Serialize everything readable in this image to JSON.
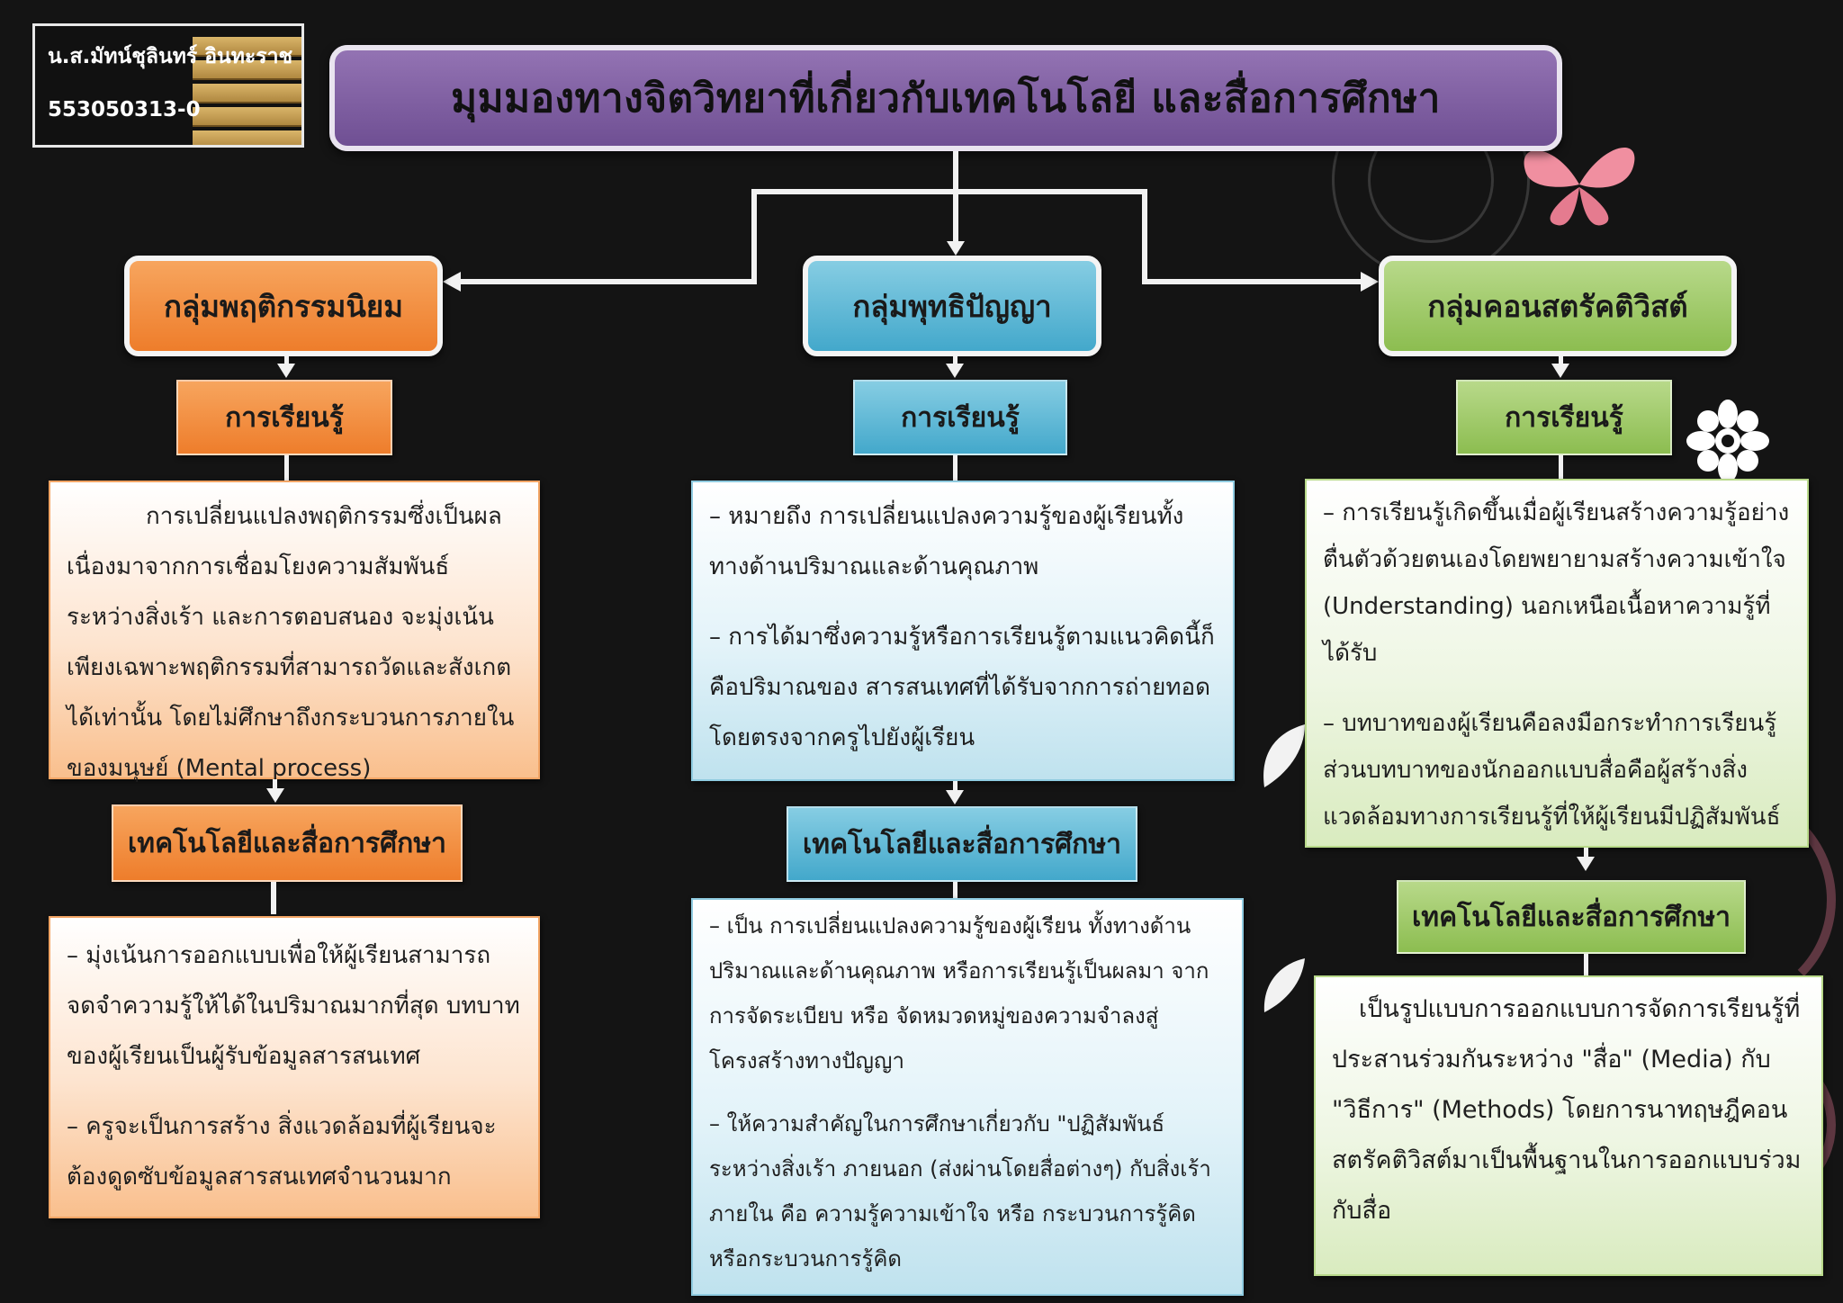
{
  "author": {
    "name": "น.ส.มัทน์ชุลินทร์  อินทะราช",
    "student_id": "553050313-0"
  },
  "title": "มุมมองทางจิตวิทยาที่เกี่ยวกับเทคโนโลยี  และสื่อการศึกษา",
  "groups": [
    {
      "name": "กลุ่มพฤติกรรมนิยม",
      "learning_label": "การเรียนรู้",
      "learning_text": [
        "การเปลี่ยนแปลงพฤติกรรมซึ่งเป็นผลเนื่องมาจากการเชื่อมโยงความสัมพันธ์ระหว่างสิ่งเร้า และการตอบสนอง จะมุ่งเน้นเพียงเฉพาะพฤติกรรมที่สามารถวัดและสังเกตได้เท่านั้น โดยไม่ศึกษาถึงกระบวนการภายในของมนุษย์ (Mental  process)"
      ],
      "tech_label": "เทคโนโลยีและสื่อการศึกษา",
      "tech_text": [
        "–     มุ่งเน้นการออกแบบเพื่อให้ผู้เรียนสามารถจดจำความรู้ให้ได้ในปริมาณมากที่สุด บทบาทของผู้เรียนเป็นผู้รับข้อมูลสารสนเทศ",
        "–    ครูจะเป็นการสร้าง  สิ่งแวดล้อมที่ผู้เรียนจะต้องดูดซับข้อมูลสารสนเทศจำนวนมาก"
      ]
    },
    {
      "name": "กลุ่มพุทธิปัญญา",
      "learning_label": "การเรียนรู้",
      "learning_text": [
        "–    หมายถึง  การเปลี่ยนแปลงความรู้ของผู้เรียนทั้งทางด้านปริมาณและด้านคุณภาพ",
        "–  การได้มาซึ่งความรู้หรือการเรียนรู้ตามแนวคิดนี้ก็คือปริมาณของ  สารสนเทศที่ได้รับจากการถ่ายทอดโดยตรงจากครูไปยังผู้เรียน"
      ],
      "tech_label": "เทคโนโลยีและสื่อการศึกษา",
      "tech_text": [
        "–  เป็น  การเปลี่ยนแปลงความรู้ของผู้เรียน  ทั้งทางด้านปริมาณและด้านคุณภาพ  หรือการเรียนรู้เป็นผลมา  จากการจัดระเบียบ  หรือ  จัดหมวดหมู่ของความจำลงสู่โครงสร้างทางปัญญา",
        "–    ให้ความสำคัญในการศึกษาเกี่ยวกับ  \"ปฏิสัมพันธ์ระหว่างสิ่งเร้า  ภายนอก  (ส่งผ่านโดยสื่อต่างๆ)  กับสิ่งเร้าภายใน  คือ  ความรู้ความเข้าใจ  หรือ  กระบวนการรู้คิด หรือกระบวนการรู้คิด"
      ]
    },
    {
      "name": "กลุ่มคอนสตรัคติวิสต์",
      "learning_label": "การเรียนรู้",
      "learning_text": [
        "–  การเรียนรู้เกิดขึ้นเมื่อผู้เรียนสร้างความรู้อย่างตื่นตัวด้วยตนเองโดยพยายามสร้างความเข้าใจ (Understanding)  นอกเหนือเนื้อหาความรู้ที่ได้รับ",
        "–  บทบาทของผู้เรียนคือลงมือกระทำการเรียนรู้ ส่วนบทบาทของนักออกแบบสื่อคือผู้สร้างสิ่งแวดล้อมทางการเรียนรู้ที่ให้ผู้เรียนมีปฏิสัมพันธ์"
      ],
      "tech_label": "เทคโนโลยีและสื่อการศึกษา",
      "tech_text": [
        "เป็นรูปแบบการออกแบบการจัดการเรียนรู้ที่ประสานร่วมกันระหว่าง  \"สื่อ\"  (Media)  กับ \"วิธีการ\"  (Methods)  โดยการนาทฤษฎีคอนสตรัคติวิสต์มาเป็นพื้นฐานในการออกแบบร่วมกับสื่อ"
      ]
    }
  ]
}
